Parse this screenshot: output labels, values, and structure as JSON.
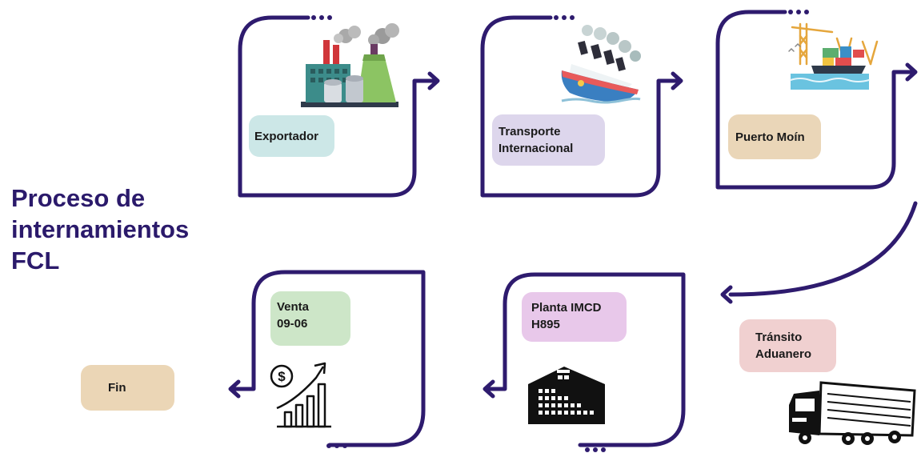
{
  "title_lines": [
    "Proceso de",
    "internamientos",
    "FCL"
  ],
  "steps": [
    {
      "id": "exportador",
      "label": "Exportador",
      "color": "#cce7e7"
    },
    {
      "id": "transporte",
      "label": "Transporte\nInternacional",
      "color": "#ddd6ec"
    },
    {
      "id": "puerto",
      "label": "Puerto Moín",
      "color": "#ead6b8"
    },
    {
      "id": "transito",
      "label": "Tránsito\nAduanero",
      "color": "#f0d0d0"
    },
    {
      "id": "planta",
      "label": "Planta IMCD\nH895",
      "color": "#e8c8ea"
    },
    {
      "id": "venta",
      "label": "Venta\n09-06",
      "color": "#cde6c8"
    },
    {
      "id": "fin",
      "label": "Fin",
      "color": "#ebd6b6"
    }
  ],
  "colors": {
    "accent": "#2b1a6b",
    "line": "#2e1b6e"
  },
  "icons": [
    "factory-icon",
    "ship-icon",
    "port-crane-icon",
    "truck-icon",
    "warehouse-icon",
    "sales-growth-icon"
  ]
}
